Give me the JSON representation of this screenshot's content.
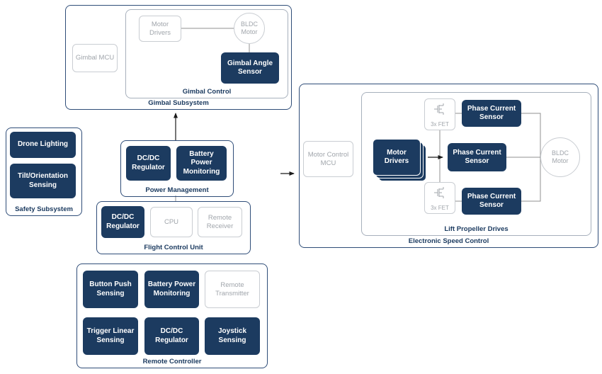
{
  "colors": {
    "navy": "#1c3b60",
    "container_border": "#2f4d78",
    "inner_border": "#a7b0bc",
    "grey_border": "#c9cdd2",
    "grey_text": "#a0a5ab",
    "line": "#909090",
    "arrow": "#1a1a1a"
  },
  "gimbal_subsystem": {
    "label": "Gimbal Subsystem",
    "mcu": "Gimbal MCU",
    "control": {
      "label": "Gimbal Control",
      "motor_drivers": "Motor Drivers",
      "bldc_motor": "BLDC Motor",
      "angle_sensor": "Gimbal Angle Sensor"
    }
  },
  "safety_subsystem": {
    "label": "Safety Subsystem",
    "drone_lighting": "Drone Lighting",
    "tilt_sensing": "Tilt/Orientation Sensing"
  },
  "power_management": {
    "label": "Power Management",
    "dcdc": "DC/DC Regulator",
    "battery_monitoring": "Battery Power Monitoring"
  },
  "flight_control_unit": {
    "label": "Flight Control Unit",
    "dcdc": "DC/DC Regulator",
    "cpu": "CPU",
    "remote_receiver": "Remote Receiver"
  },
  "remote_controller": {
    "label": "Remote Controller",
    "button_push": "Button Push Sensing",
    "battery_monitoring": "Battery Power Monitoring",
    "remote_transmitter": "Remote Transmitter",
    "trigger_linear": "Trigger Linear Sensing",
    "dcdc": "DC/DC Regulator",
    "joystick": "Joystick Sensing"
  },
  "electronic_speed_control": {
    "label": "Electronic Speed Control",
    "mcu": "Motor Control MCU",
    "lift": {
      "label": "Lift Propeller Drives",
      "motor_drivers": "Motor Drivers",
      "fet_top": "3x FET",
      "fet_bottom": "3x FET",
      "phase_sensor_top": "Phase Current Sensor",
      "phase_sensor_mid": "Phase Current Sensor",
      "phase_sensor_bottom": "Phase Current Sensor",
      "bldc_motor": "BLDC Motor"
    }
  }
}
